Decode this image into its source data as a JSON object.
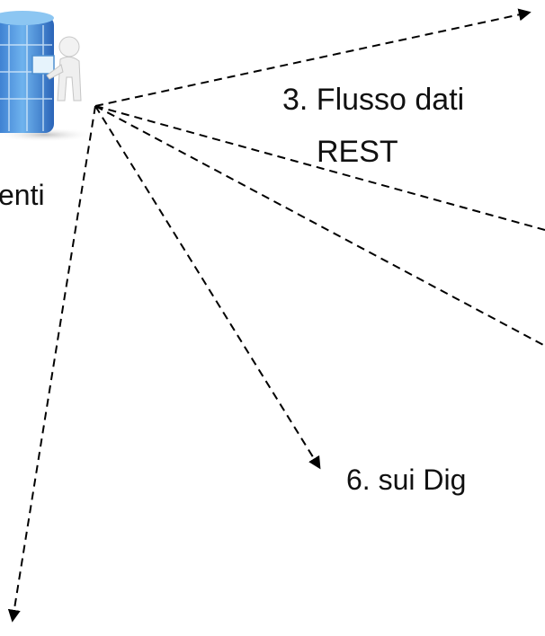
{
  "colors": {
    "line": "#000000",
    "text": "#111111",
    "server_blue": "#2f7fd6",
    "server_light": "#8cc6f2"
  },
  "labels": {
    "flow_line1": "3. Flusso dati",
    "flow_line2": "REST",
    "users_fragment": "enti",
    "step_six": "6. sui Dig"
  },
  "icons": {
    "hub": "server-with-person-icon"
  }
}
